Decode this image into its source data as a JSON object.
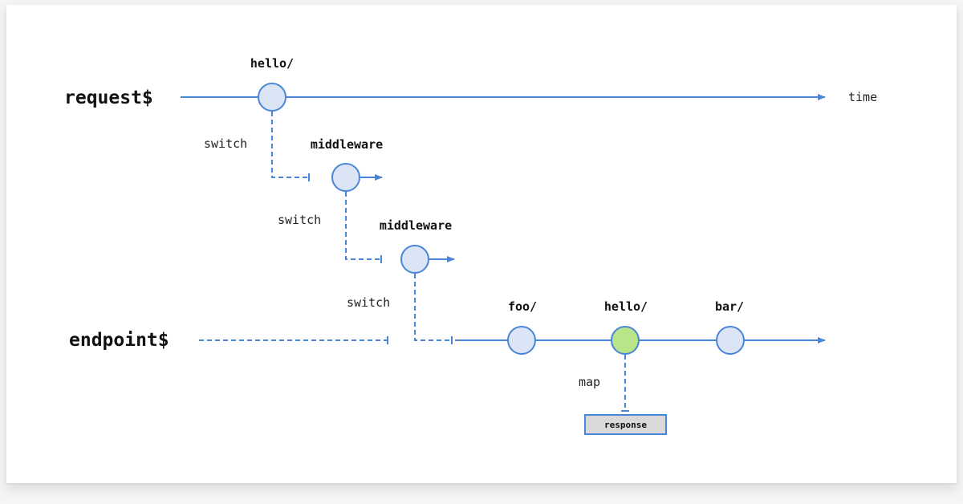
{
  "streams": {
    "request": "request$",
    "endpoint": "endpoint$"
  },
  "time_label": "time",
  "events": {
    "request_hello": "hello/",
    "middleware_1": "middleware",
    "middleware_2": "middleware",
    "foo": "foo/",
    "endpoint_hello": "hello/",
    "bar": "bar/"
  },
  "operators": {
    "switch_1": "switch",
    "switch_2": "switch",
    "switch_3": "switch",
    "map": "map"
  },
  "response_box": "response",
  "colors": {
    "line": "#4a86d8",
    "node_fill": "#dbe5f5",
    "node_active_fill": "#b9e58a",
    "node_active_stroke": "#4a86d8",
    "response_fill": "#d9d9d9",
    "response_stroke": "#4a86d8"
  }
}
